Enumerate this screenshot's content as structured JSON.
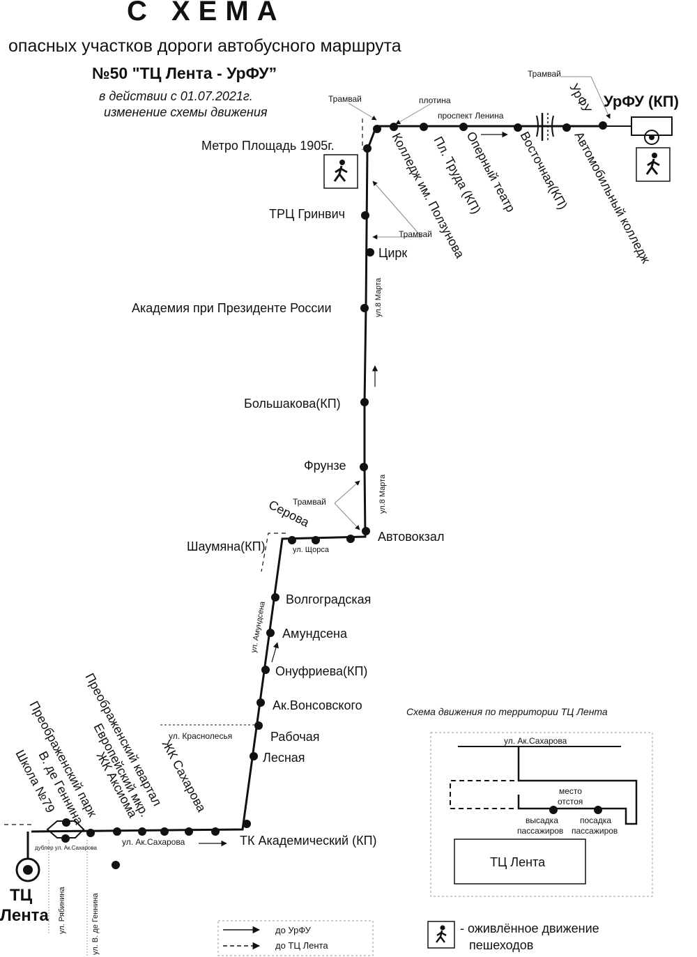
{
  "header": {
    "title": "С ХЕМА",
    "subtitle": "опасных участков дороги автобусного маршрута",
    "route": "№50 \"ТЦ Лента -   УрФУ”",
    "note_line1": "в действии с 01.07.2021г.",
    "note_line2": "изменение схемы движения"
  },
  "stops": {
    "urfu_end": "УрФУ (КП)",
    "urfu": "УрФУ",
    "avto_college": "Автомобильный колледж",
    "vostochnaya": "Восточная(КП)",
    "operny": "Оперный театр",
    "pl_truda": "Пл. Труда (КП)",
    "polzunova": "Колледж им. Ползунова",
    "metro": "Метро Площадь 1905г.",
    "grinvich": "ТРЦ  Гринвич",
    "tsirk": "Цирк",
    "akademia": "Академия при Президенте России",
    "bolshakova": "Большакова(КП)",
    "frunze": "Фрунзе",
    "avtovokzal": "Автовокзал",
    "serova": "Серова",
    "shaumyana": "Шаумяна(КП)",
    "volgogradskaya": "Волгоградская",
    "amundsena": "Амундсена",
    "onufrieva": "Онуфриева(КП)",
    "vonsovskogo": "Ак.Вонсовского",
    "rabochaya": "Рабочая",
    "lesnaya": "Лесная",
    "tk_akad": "ТК Академический (КП)",
    "zhk_sakharova": "ЖК Сахарова",
    "preobr_kvartal": "Преображенский квартал",
    "evro_mkr": "Европейский мкр.",
    "zhk_aksioma": "ЖК Аксиома",
    "preobr_park": "Преображенский парк",
    "de_gennina": "В. де Геннина",
    "shkola79": "Школа №79",
    "tc_lenta_line1": "ТЦ",
    "tc_lenta_line2": "Лента"
  },
  "streets": {
    "tram": "Трамвай",
    "plotina": "плотина",
    "prospekt_lenina": "проспект Ленина",
    "march8": "ул.8 Марта",
    "shchorsa": "ул. Щорса",
    "amundsena_st": "ул. Амундсена",
    "krasnolesya": "ул. Краснолесья",
    "sakharova": "ул. Ак.Сахарова",
    "dubler": "дублер ул. Ак.Сахарова",
    "ryabinina": "ул. Рябинина",
    "de_gennina_st": "ул. В. де Геннина"
  },
  "inset": {
    "title": "Схема движения по территории ТЦ Лента",
    "street": "ул. Ак.Сахарова",
    "mesto1": "место",
    "mesto2": "отстоя",
    "vysadka1": "высадка",
    "vysadka2": "пассажиров",
    "posadka1": "посадка",
    "posadka2": "пассажиров",
    "tc": "ТЦ Лента"
  },
  "legend": {
    "to_urfu": "до  УрФУ",
    "to_lenta": "до ТЦ Лента",
    "pedestrian_line1": "- оживлённое движение",
    "pedestrian_line2": "пешеходов"
  },
  "icons": {
    "stop": "bus-stop-dot-icon",
    "pedestrian": "pedestrian-icon",
    "crossing": "railway-crossing-icon",
    "terminal": "terminal-circle-icon"
  }
}
